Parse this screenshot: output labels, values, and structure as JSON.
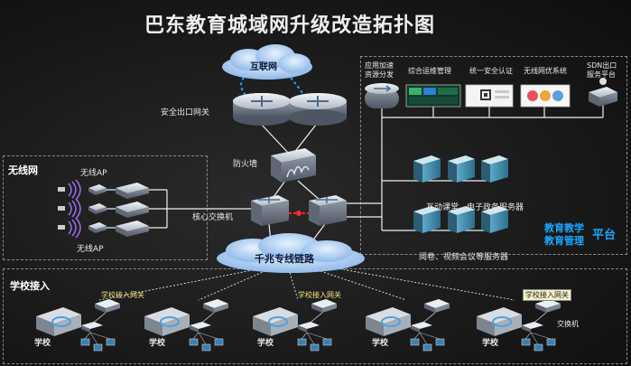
{
  "title": "巴东教育城域网升级改造拓扑图",
  "internet_label": "互联网",
  "gateway_label": "安全出口网关",
  "firewall_label": "防火墙",
  "core_switch_label": "核心交换机",
  "backbone_label": "千兆专线链路",
  "wireless": {
    "title": "无线网",
    "ap_label_top": "无线AP",
    "ap_label_bottom": "无线AP"
  },
  "platform": {
    "services": [
      "应用加速\n资源分发",
      "综合运维管理",
      "统一安全认证",
      "无线网优系统",
      "SDN出口\n服务平台"
    ],
    "server_group_1": "互动课堂、电子政务服务器",
    "server_group_2": "阅卷、视频会议等服务器",
    "platform_line1": "教育教学",
    "platform_line2": "教育管理",
    "platform_word": "平台"
  },
  "school_access": {
    "title": "学校接入",
    "gateway_label": "学校接入网关",
    "school_label": "学校",
    "switch_label": "交换机"
  }
}
